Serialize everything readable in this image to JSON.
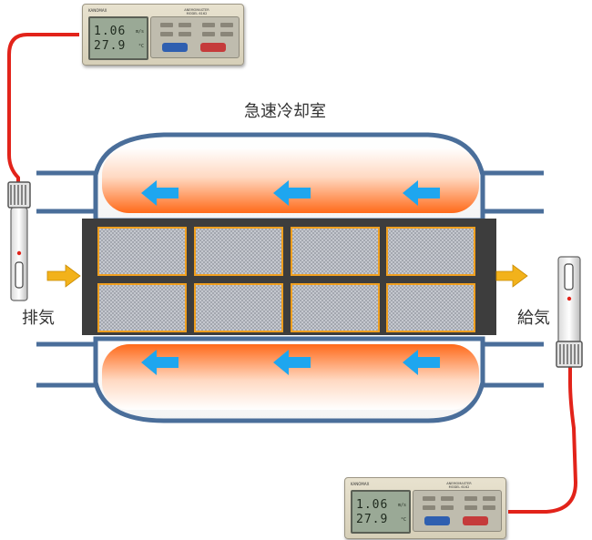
{
  "labels": {
    "chamber": "急速冷却室",
    "exhaust": "排気",
    "supply": "給気"
  },
  "meter": {
    "brand": "KANOMAX",
    "model_line1": "ANEMOMASTER",
    "model_line2": "MODEL 6162",
    "reading_top": "1.06",
    "reading_bottom": "27.9",
    "unit_top": "m/s",
    "unit_bottom": "°C"
  },
  "colors": {
    "duct": "#4a6e9a",
    "core_frame": "#3d3d3d",
    "panel_border": "#f0a020",
    "flow_arrow": "#1ea6ef",
    "inlet_arrow": "#f2b21b",
    "cable": "#e2231a",
    "heat_gradient": "#ff6a1a"
  }
}
